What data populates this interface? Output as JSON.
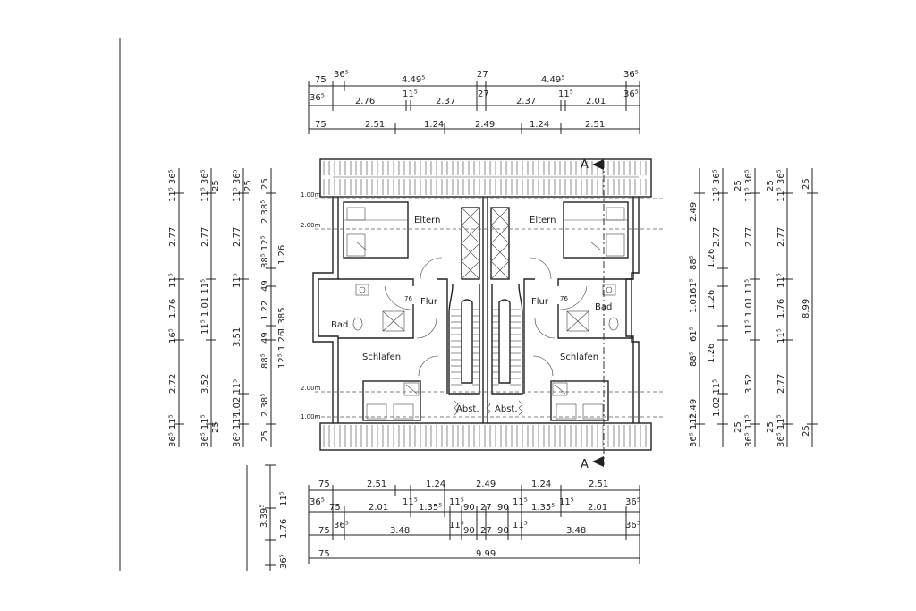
{
  "rooms": {
    "eltern_left": "Eltern",
    "eltern_right": "Eltern",
    "flur_left": "Flur",
    "flur_right": "Flur",
    "bad_left": "Bad",
    "bad_right": "Bad",
    "schlafen_left": "Schlafen",
    "schlafen_right": "Schlafen",
    "abst_left": "Abst.",
    "abst_right": "Abst.",
    "n76_left": "76",
    "n76_right": "76"
  },
  "section_marks": {
    "top": "A",
    "bottom": "A"
  },
  "levels": {
    "l1_top": "1.00m",
    "l2_top": "2.00m",
    "l2_bot": "2.00m",
    "l1_bot": "1.00m"
  },
  "top_dims": {
    "row1": [
      "75",
      "36⁵",
      "4.49⁵",
      "27",
      "4.49⁵",
      "36⁵"
    ],
    "row2": [
      "36⁵",
      "2.76",
      "11⁵",
      "2.37",
      "27",
      "2.37",
      "11⁵",
      "2.01",
      "36⁵"
    ],
    "row3": [
      "75",
      "2.51",
      "1.24",
      "2.49",
      "1.24",
      "2.51"
    ]
  },
  "bottom_dims": {
    "row1": [
      "75",
      "2.51",
      "1.24",
      "2.49",
      "1.24",
      "2.51"
    ],
    "row2": [
      "36⁵",
      "75",
      "2.01",
      "11⁵",
      "1.35⁵",
      "11⁵",
      "90",
      "27",
      "90",
      "11⁵",
      "1.35⁵",
      "11⁵",
      "2.01",
      "36⁵"
    ],
    "row3": [
      "75",
      "36⁵",
      "3.48",
      "11⁵",
      "90",
      "27",
      "90",
      "11⁵",
      "3.48",
      "36⁵"
    ],
    "row4": [
      "75",
      "9.99"
    ]
  },
  "left_dims": {
    "col1": [
      "36⁵ 11⁵",
      "2.72",
      "16⁵",
      "1.76",
      "11⁵",
      "2.77",
      "11⁵ 36⁵"
    ],
    "col2": [
      "36⁵ 11⁵",
      "25",
      "3.52",
      "11⁵ 1.01 11⁵",
      "2.77",
      "11⁵ 36⁵",
      "25"
    ],
    "col3": [
      "36⁵ 11⁵",
      "1.02 11⁵",
      "3.51",
      "11⁵",
      "2.77",
      "11⁵ 36⁵",
      "25"
    ],
    "col4": [
      "25",
      "2.38⁵",
      "1.26",
      "49",
      "88⁵ 12⁵",
      "1.385",
      "1.22",
      "49",
      "88⁵",
      "12⁵ 1.26",
      "2.38⁵",
      "25"
    ],
    "extra": [
      "3.39⁵",
      "11⁵",
      "1.76",
      "36⁵"
    ]
  },
  "right_dims": {
    "col1": [
      "2.49",
      "11⁵ 36⁵",
      "2.77",
      "88⁵",
      "1.26",
      "61⁵",
      "1.01",
      "1.26",
      "61⁵",
      "88⁵",
      "1.26",
      "2.49",
      "1.02 11⁵",
      "36⁵ 11⁵"
    ],
    "col2": [
      "11⁵ 36⁵",
      "25",
      "2.77",
      "11⁵ 1.01 11⁵",
      "3.52",
      "25",
      "36⁵ 11⁵"
    ],
    "col3": [
      "11⁵ 36⁵",
      "25",
      "2.77",
      "11⁵",
      "1.76",
      "11⁵",
      "2.77",
      "25",
      "36⁵ 11⁵"
    ],
    "col4": [
      "25",
      "8.99",
      "25"
    ]
  }
}
